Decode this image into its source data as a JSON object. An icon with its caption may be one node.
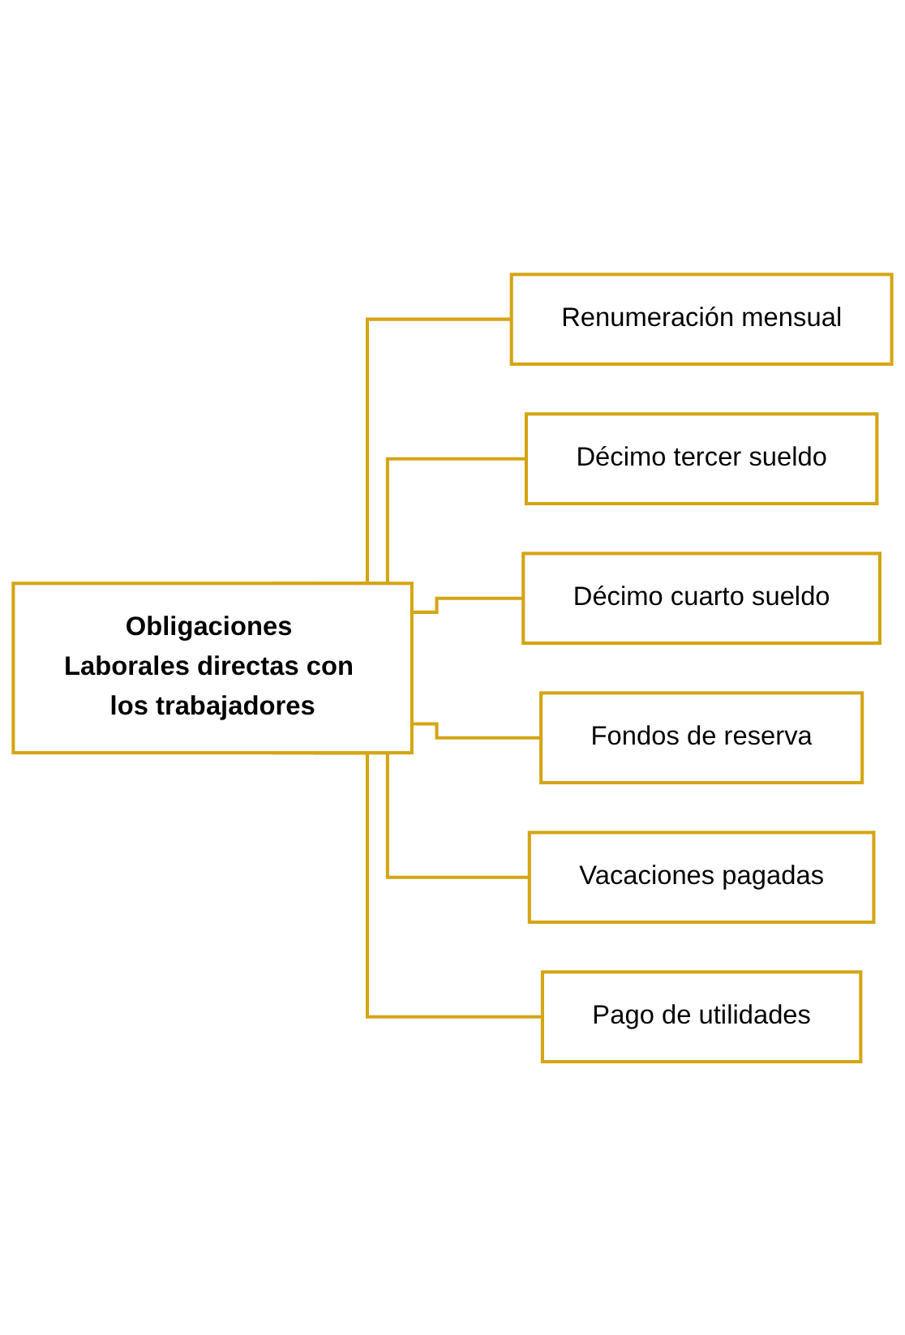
{
  "diagram": {
    "nodes": [
      {
        "text": [
          "Obligaciones Laborales directas con los trabajadores"
        ]
      },
      {
        "text": [
          "Renumeración mensual"
        ]
      },
      {
        "text": [
          "Décimo tercer sueldo"
        ]
      },
      {
        "text": [
          "Décimo cuarto sueldo"
        ]
      },
      {
        "text": [
          "Fondos de reserva"
        ]
      },
      {
        "text": [
          "Vacaciones pagadas"
        ]
      },
      {
        "text": [
          "Pago de utilidades"
        ]
      }
    ],
    "edges": [
      {
        "from": 0,
        "to": 1,
        "arrow": "none"
      },
      {
        "from": 0,
        "to": 2,
        "arrow": "none"
      },
      {
        "from": 0,
        "to": 3,
        "arrow": "none"
      },
      {
        "from": 0,
        "to": 4,
        "arrow": "none"
      },
      {
        "from": 0,
        "to": 5,
        "arrow": "none"
      },
      {
        "from": 0,
        "to": 6,
        "arrow": "none"
      }
    ]
  }
}
